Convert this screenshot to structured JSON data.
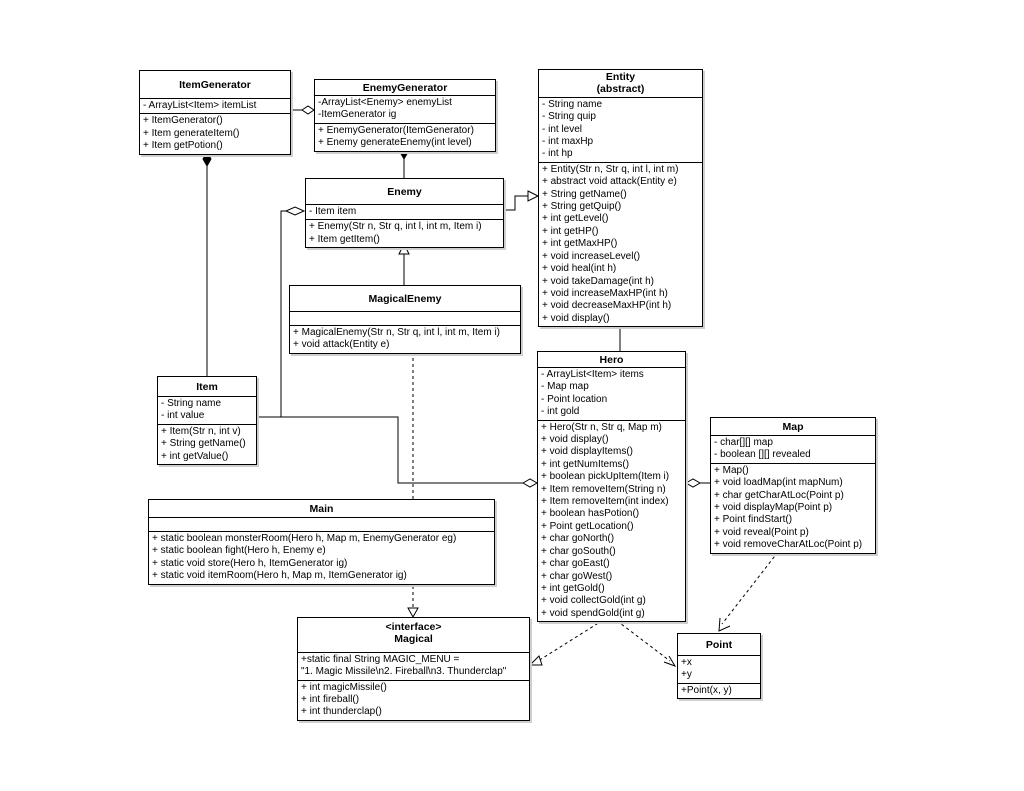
{
  "classes": {
    "itemgenerator": {
      "name": "ItemGenerator",
      "attributes": [
        "- ArrayList<Item> itemList"
      ],
      "operations": [
        "+ ItemGenerator()",
        "+ Item generateItem()",
        "+ Item getPotion()"
      ]
    },
    "enemygenerator": {
      "name": "EnemyGenerator",
      "attributes": [
        "-ArrayList<Enemy> enemyList",
        "-ItemGenerator ig"
      ],
      "operations": [
        "+ EnemyGenerator(ItemGenerator)",
        "+ Enemy generateEnemy(int level)"
      ]
    },
    "entity": {
      "name": "Entity",
      "stereotype": "(abstract)",
      "attributes": [
        "- String name",
        "- String quip",
        "- int level",
        "- int maxHp",
        "- int hp"
      ],
      "operations": [
        "+ Entity(Str n, Str q, int l, int m)",
        "+ abstract void attack(Entity e)",
        "+ String getName()",
        "+ String getQuip()",
        "+ int getLevel()",
        "+ int getHP()",
        "+ int getMaxHP()",
        "+ void increaseLevel()",
        "+ void heal(int h)",
        "+ void takeDamage(int h)",
        "+ void increaseMaxHP(int h)",
        "+ void decreaseMaxHP(int h)",
        "+ void display()"
      ]
    },
    "enemy": {
      "name": "Enemy",
      "attributes": [
        "- Item item"
      ],
      "operations": [
        "+ Enemy(Str n, Str q, int l, int m, Item i)",
        "+ Item getItem()"
      ]
    },
    "magicalenemy": {
      "name": "MagicalEnemy",
      "attributes": [],
      "operations": [
        "+ MagicalEnemy(Str n, Str q, int l, int m, Item i)",
        "+ void attack(Entity e)"
      ]
    },
    "item": {
      "name": "Item",
      "attributes": [
        "- String name",
        "- int value"
      ],
      "operations": [
        "+ Item(Str n, int v)",
        "+ String getName()",
        "+ int getValue()"
      ]
    },
    "hero": {
      "name": "Hero",
      "attributes": [
        "- ArrayList<Item> items",
        "- Map map",
        "- Point location",
        "- int gold"
      ],
      "operations": [
        "+ Hero(Str n, Str q, Map m)",
        "+ void display()",
        "+ void displayItems()",
        "+ int getNumItems()",
        "+ boolean pickUpItem(Item i)",
        "+ Item removeItem(String n)",
        "+ Item removeItem(int index)",
        "+ boolean hasPotion()",
        "+ Point getLocation()",
        "+ char goNorth()",
        "+ char goSouth()",
        "+ char goEast()",
        "+ char goWest()",
        "+ int getGold()",
        "+ void collectGold(int g)",
        "+ void spendGold(int g)"
      ]
    },
    "map": {
      "name": "Map",
      "attributes": [
        "- char[][] map",
        "- boolean [][] revealed"
      ],
      "operations": [
        "+ Map()",
        "+ void loadMap(int mapNum)",
        "+ char getCharAtLoc(Point p)",
        "+ void displayMap(Point p)",
        "+ Point findStart()",
        "+ void reveal(Point p)",
        "+ void removeCharAtLoc(Point p)"
      ]
    },
    "main": {
      "name": "Main",
      "attributes": [],
      "operations": [
        "+ static boolean monsterRoom(Hero h, Map m, EnemyGenerator eg)",
        "+ static boolean fight(Hero h, Enemy e)",
        "+ static void store(Hero h, ItemGenerator ig)",
        "+ static void itemRoom(Hero h, Map m, ItemGenerator ig)"
      ]
    },
    "magical": {
      "name": "Magical",
      "stereotype": "<interface>",
      "attributes": [
        "+static final String MAGIC_MENU =",
        "\"1. Magic Missile\\n2. Fireball\\n3. Thunderclap\""
      ],
      "operations": [
        "+ int magicMissile()",
        "+ int fireball()",
        "+ int thunderclap()"
      ]
    },
    "point": {
      "name": "Point",
      "attributes": [
        "+x",
        "+y"
      ],
      "operations": [
        "+Point(x, y)"
      ]
    }
  }
}
